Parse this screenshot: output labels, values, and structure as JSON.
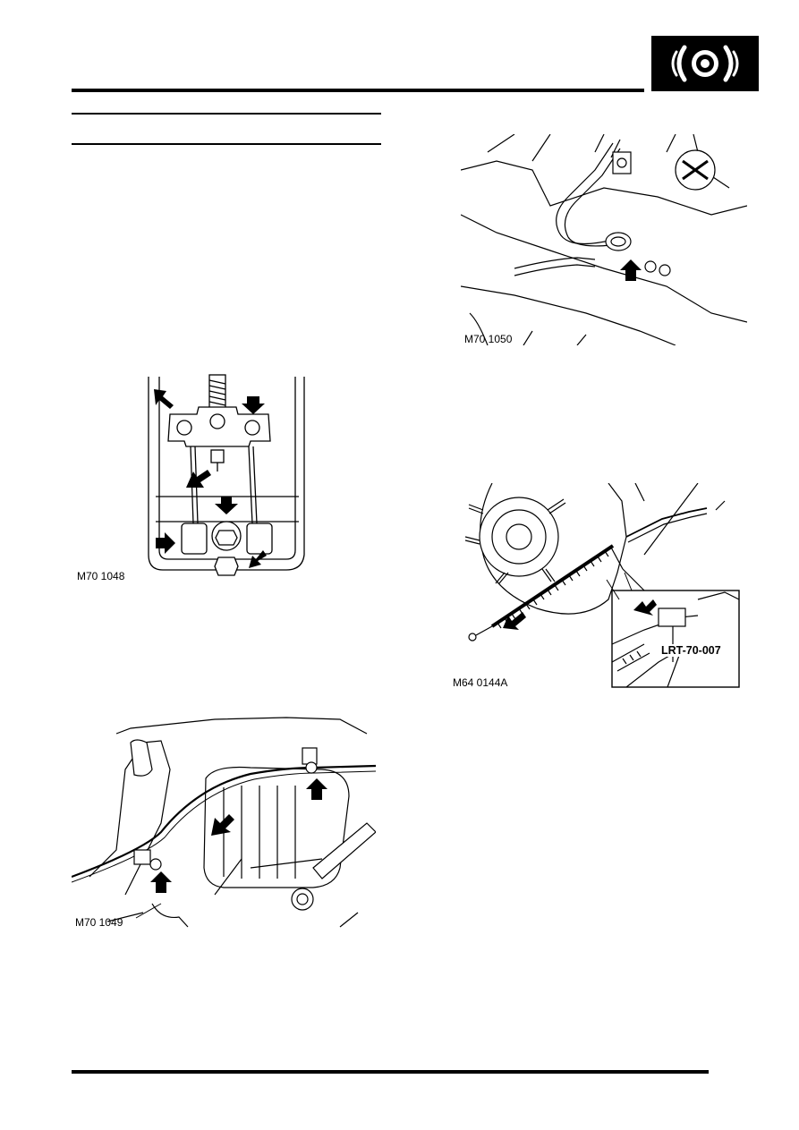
{
  "header": {
    "section_icon": "brake-disc-icon"
  },
  "figures": [
    {
      "id": "fig-handbrake-lever",
      "label": "M70 1048"
    },
    {
      "id": "fig-cable-underbody",
      "label": "M70 1049"
    },
    {
      "id": "fig-cable-grommet",
      "label": "M70 1050"
    },
    {
      "id": "fig-rear-hub",
      "label": "M64 0144A",
      "tool_label": "LRT-70-007"
    }
  ],
  "colors": {
    "ink": "#000000",
    "paper": "#ffffff"
  }
}
